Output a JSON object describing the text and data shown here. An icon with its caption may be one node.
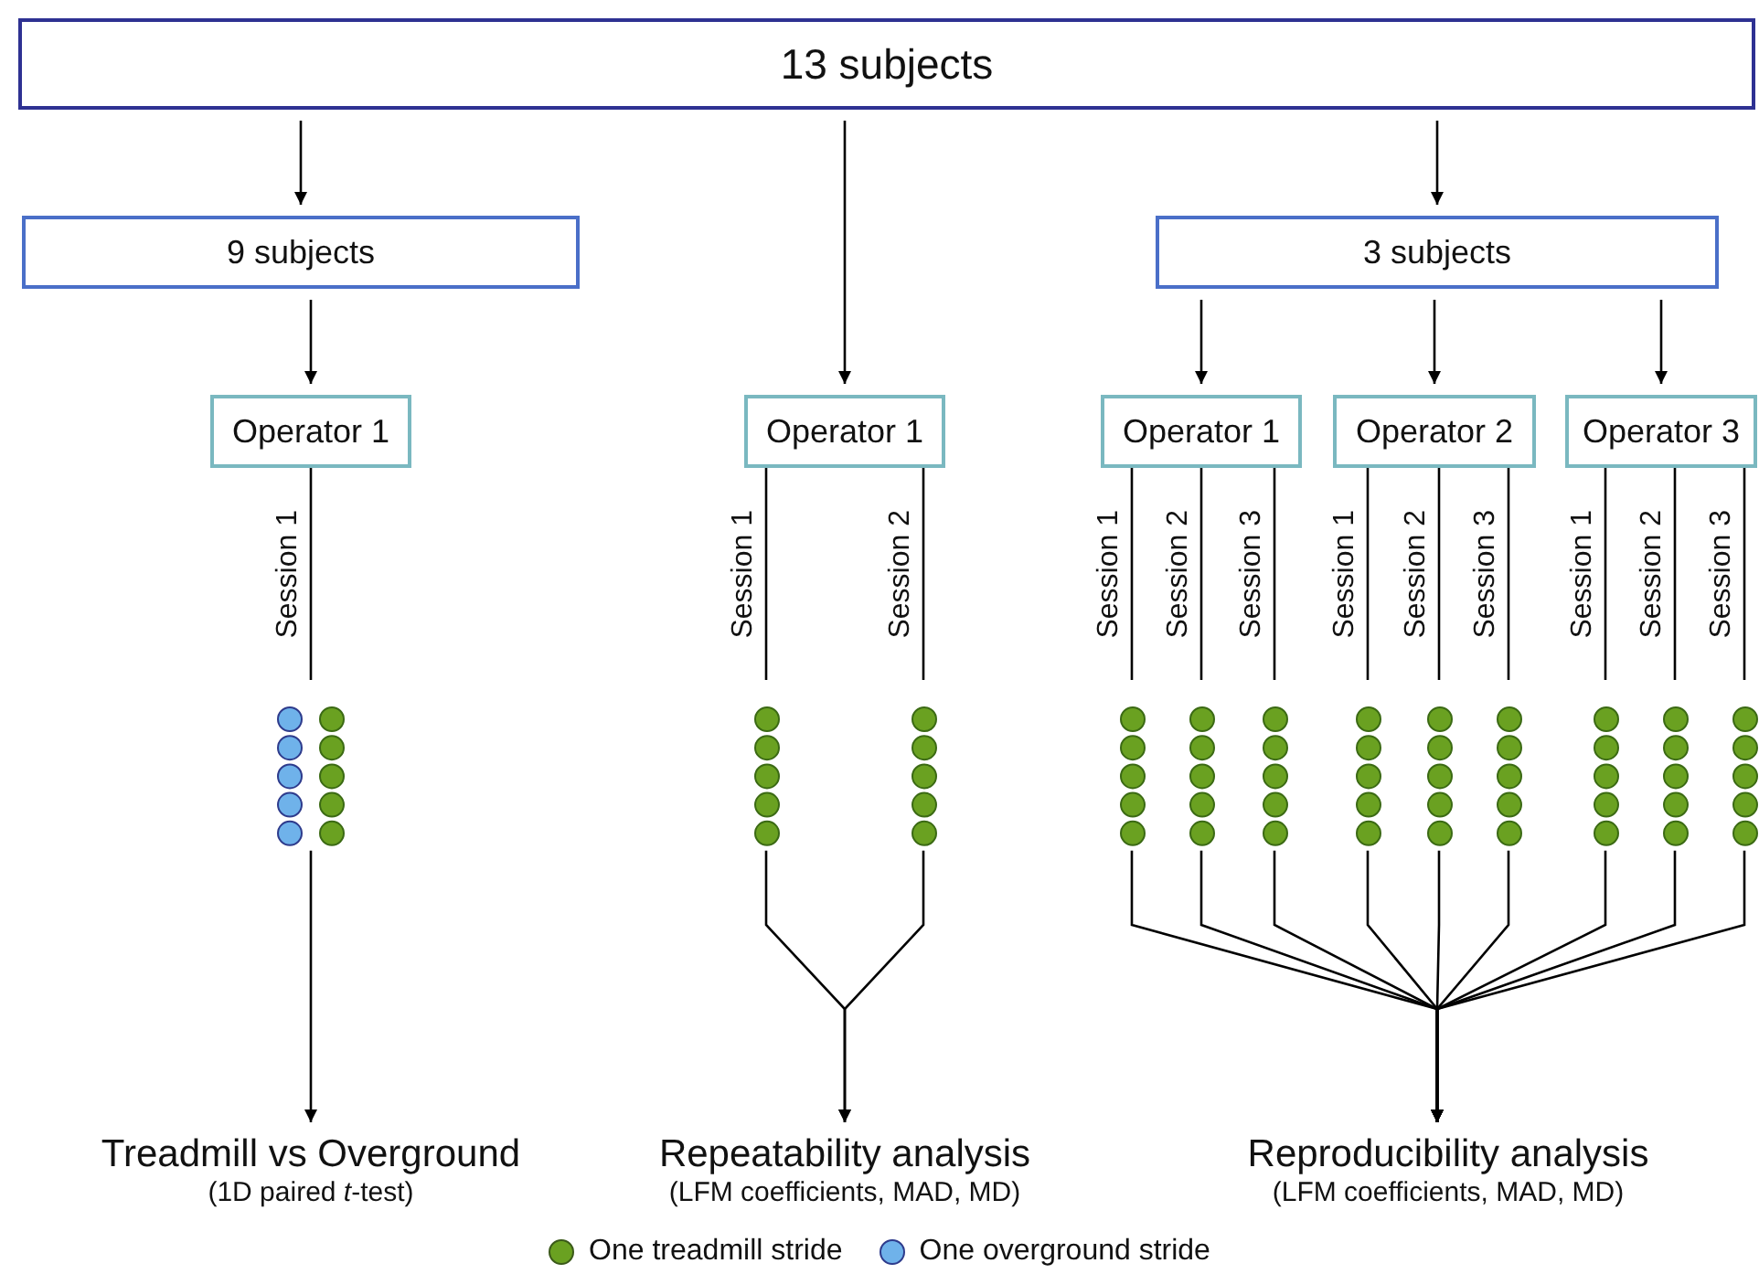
{
  "diagram": {
    "nodes": [
      {
        "text": [
          "13 subjects"
        ]
      },
      {
        "text": [
          "9 subjects"
        ]
      },
      {
        "text": [
          "3 subjects"
        ]
      },
      {
        "text": [
          "Operator 1"
        ]
      },
      {
        "text": [
          "Operator 1"
        ]
      },
      {
        "text": [
          "Operator 1"
        ]
      },
      {
        "text": [
          "Operator 2"
        ]
      },
      {
        "text": [
          "Operator 3"
        ]
      },
      {
        "text": [],
        "shape": "circle"
      },
      {
        "text": [],
        "shape": "circle"
      },
      {
        "text": [],
        "shape": "circle"
      },
      {
        "text": [],
        "shape": "circle"
      },
      {
        "text": [],
        "shape": "circle"
      },
      {
        "text": [],
        "shape": "circle"
      },
      {
        "text": [],
        "shape": "circle"
      },
      {
        "text": [],
        "shape": "circle"
      },
      {
        "text": [],
        "shape": "circle"
      },
      {
        "text": [],
        "shape": "circle"
      },
      {
        "text": [],
        "shape": "circle"
      },
      {
        "text": [],
        "shape": "circle"
      },
      {
        "text": [
          "Treadmill vs Overground",
          "(1D paired *t*-test)"
        ]
      },
      {
        "text": [
          "Repeatability analysis",
          "(LFM coefficients, MAD, MD)"
        ]
      },
      {
        "text": [
          "Reproducibility analysis",
          "(LFM coefficients, MAD, MD)"
        ]
      }
    ],
    "edges": [
      {
        "from": 0,
        "to": 1,
        "arrow": "to"
      },
      {
        "from": 0,
        "to": 4,
        "arrow": "to"
      },
      {
        "from": 0,
        "to": 2,
        "arrow": "to"
      },
      {
        "from": 1,
        "to": 3,
        "arrow": "to"
      },
      {
        "from": 2,
        "to": 5,
        "arrow": "to"
      },
      {
        "from": 2,
        "to": 6,
        "arrow": "to"
      },
      {
        "from": 2,
        "to": 7,
        "arrow": "to"
      },
      {
        "from": 3,
        "to": 8,
        "arrow": "none",
        "label": "Session 1"
      },
      {
        "from": 4,
        "to": 9,
        "arrow": "none",
        "label": "Session 1"
      },
      {
        "from": 4,
        "to": 10,
        "arrow": "none",
        "label": "Session 2"
      },
      {
        "from": 5,
        "to": 11,
        "arrow": "none",
        "label": "Session 1"
      },
      {
        "from": 5,
        "to": 12,
        "arrow": "none",
        "label": "Session 2"
      },
      {
        "from": 5,
        "to": 13,
        "arrow": "none",
        "label": "Session 3"
      },
      {
        "from": 6,
        "to": 14,
        "arrow": "none",
        "label": "Session 1"
      },
      {
        "from": 6,
        "to": 15,
        "arrow": "none",
        "label": "Session 2"
      },
      {
        "from": 6,
        "to": 16,
        "arrow": "none",
        "label": "Session 3"
      },
      {
        "from": 7,
        "to": 17,
        "arrow": "none",
        "label": "Session 1"
      },
      {
        "from": 7,
        "to": 18,
        "arrow": "none",
        "label": "Session 2"
      },
      {
        "from": 7,
        "to": 19,
        "arrow": "none",
        "label": "Session 3"
      },
      {
        "from": 8,
        "to": 20,
        "arrow": "to"
      },
      {
        "from": 9,
        "to": 21,
        "arrow": "to"
      },
      {
        "from": 10,
        "to": 21,
        "arrow": "to"
      },
      {
        "from": 11,
        "to": 22,
        "arrow": "to"
      },
      {
        "from": 12,
        "to": 22,
        "arrow": "to"
      },
      {
        "from": 13,
        "to": 22,
        "arrow": "to"
      },
      {
        "from": 14,
        "to": 22,
        "arrow": "to"
      },
      {
        "from": 15,
        "to": 22,
        "arrow": "to"
      },
      {
        "from": 16,
        "to": 22,
        "arrow": "to"
      },
      {
        "from": 17,
        "to": 22,
        "arrow": "to"
      },
      {
        "from": 18,
        "to": 22,
        "arrow": "to"
      },
      {
        "from": 19,
        "to": 22,
        "arrow": "to"
      }
    ],
    "legend": [
      {
        "text": "One treadmill stride",
        "color": "#6aa121"
      },
      {
        "text": "One overground stride",
        "color": "#6fb2ea"
      }
    ]
  }
}
